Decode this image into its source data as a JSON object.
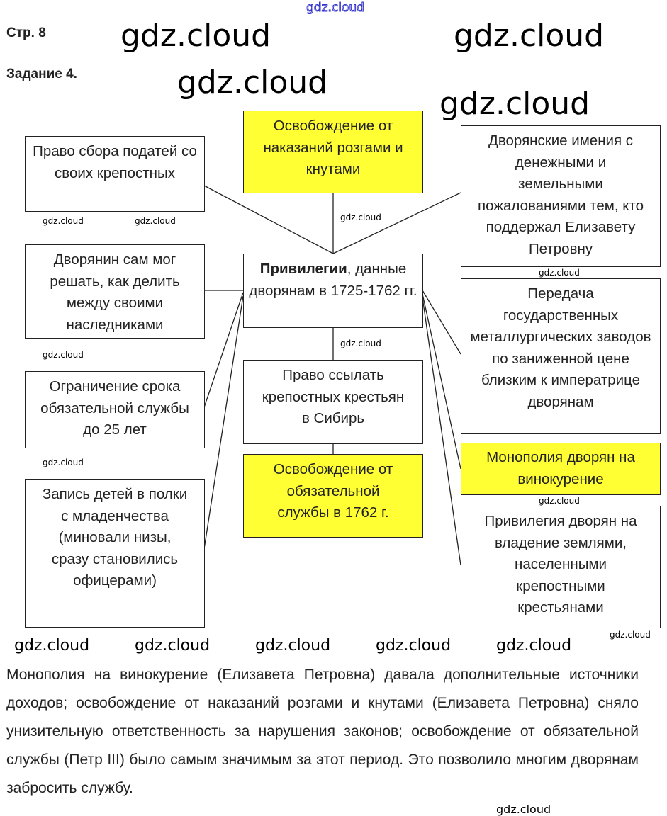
{
  "header": {
    "page": "Стр. 8",
    "task": "Задание 4."
  },
  "diagram": {
    "center": {
      "bold": "Привилегии",
      "rest": ", данные дворянам в 1725-1762 гг."
    },
    "boxes": {
      "left1": "Право сбора податей со своих крепостных",
      "left2": "Дворянин сам мог решать, как делить между своими наследниками",
      "left3": "Ограничение срока обязательной службы до 25 лет",
      "left4": "Запись детей в полки с младенчества (миновали низы, сразу становились офицерами)",
      "top": "Освобождение от наказаний розгами и кнутами",
      "center2": "Право ссылать крепостных крестьян в Сибирь",
      "center3": "Освобождение от обязательной службы в 1762 г.",
      "right1": "Дворянские имения с денежными и земельными пожалованиями тем, кто поддержал Елизавету Петровну",
      "right2": "Передача государственных металлургических заводов по заниженной цене близким к императрице дворянам",
      "right3": "Монополия дворян на винокурение",
      "right4": "Привилегия дворян на владение землями, населенными крепостными крестьянами"
    },
    "highlight_color": "#ffff33"
  },
  "paragraph": "Монополия на винокурение (Елизавета Петровна) давала дополнительные источники доходов; освобождение от наказаний розгами и кнутами (Елизавета Петровна) сняло унизительную ответственность за нарушения законов; освобождение от обязательной службы (Петр III) было самым значимым за этот период. Это позволило многим дворянам забросить службу.",
  "watermark": "gdz.cloud"
}
